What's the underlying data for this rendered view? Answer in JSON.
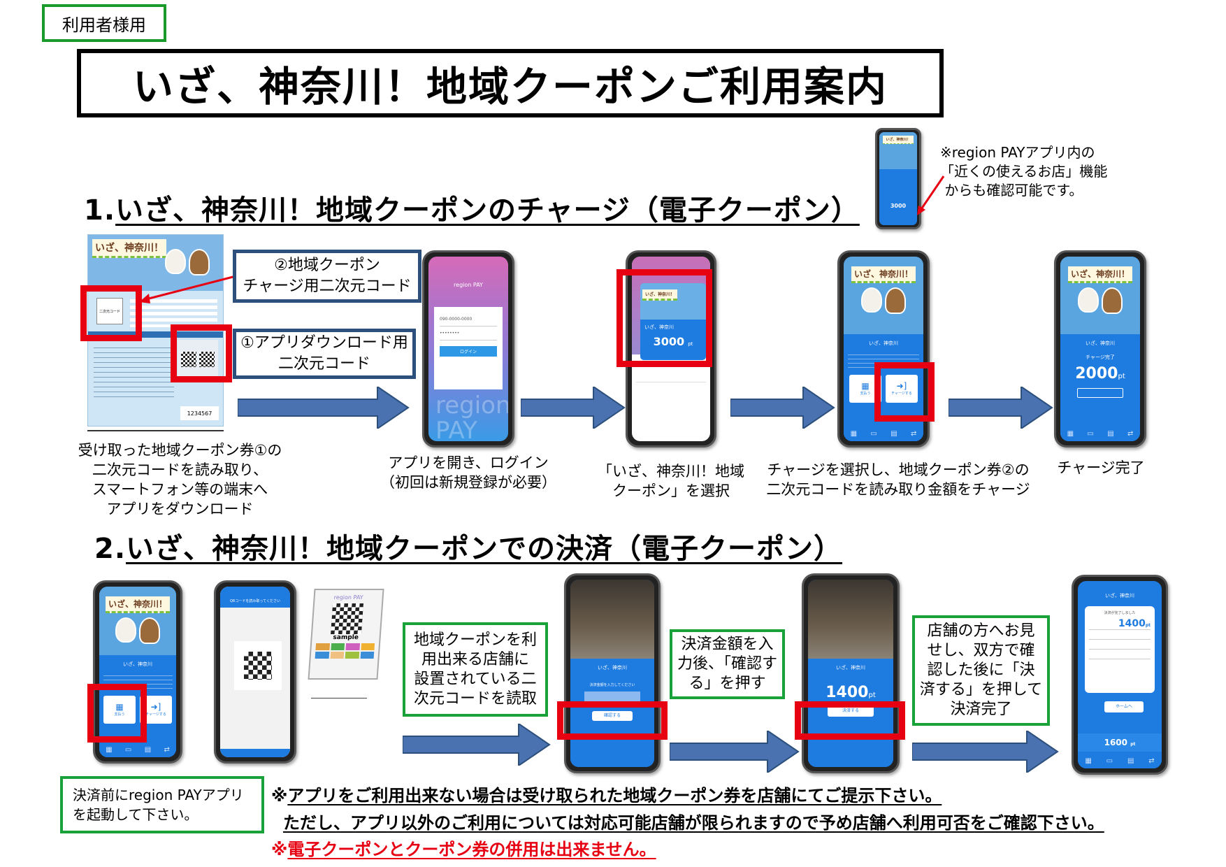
{
  "badge": "利用者様用",
  "main_title": "いざ、神奈川！地域クーポンご利用案内",
  "section1": {
    "number": "1.",
    "title": "いざ、神奈川！地域クーポンのチャージ（電子クーポン）",
    "note": "※region PAYアプリ内の\n「近くの使えるお店」機能\n からも確認可能です。",
    "callout_coupon_qr": "②地域クーポン\nチャージ用二次元コード",
    "callout_app_qr": "①アプリダウンロード用\n二次元コード",
    "voucher": {
      "banner": "いざ、神奈川！",
      "qr_label": "二次元コード",
      "code": "1234567"
    },
    "steps": [
      {
        "caption": "受け取った地域クーポン券①の\n二次元コードを読み取り、\nスマートフォン等の端末へ\nアプリをダウンロード"
      },
      {
        "caption": "アプリを開き、ログイン\n（初回は新規登録が必要）",
        "screen": {
          "brand": "region PAY",
          "phone_placeholder": "090-0000-0000",
          "password_mask": "••••••••",
          "login_button": "ログイン",
          "watermark": "region PAY"
        }
      },
      {
        "caption": "「いざ、神奈川！地域\nクーポン」を選択",
        "screen": {
          "card_title": "いざ、神奈川",
          "card_points": "3000",
          "unit": "pt"
        }
      },
      {
        "caption": "チャージを選択し、地域クーポン券②の\n二次元コードを読み取り金額をチャージ",
        "screen": {
          "header": "いざ、神奈川",
          "tile_pay": "支払う",
          "tile_charge": "チャージする"
        }
      },
      {
        "caption": "チャージ完了",
        "screen": {
          "header": "いざ、神奈川",
          "status": "チャージ完了",
          "points": "2000",
          "unit": "pt"
        }
      }
    ],
    "mini_phone": {
      "points": "3000",
      "unit": "pt"
    }
  },
  "section2": {
    "number": "2.",
    "title": "いざ、神奈川！地域クーポンでの決済（電子クーポン）",
    "start_note": "決済前にregion PAYアプリ\nを起動して下さい。",
    "step_scan": "地域クーポンを利\n用出来る店舗に\n設置されている二\n次元コードを読取",
    "step_confirm": "決済金額を入\n力後、「確認す\nる」を押す",
    "step_pay": "店舗の方へお見\nせし、双方で確\n認した後に「決\n済する」を押して\n決済完了",
    "screens": {
      "home_header": "いざ、神奈川",
      "home_tile_pay": "支払う",
      "home_tile_charge": "チャージする",
      "scan_header": "QRコードを読み取ってください",
      "stand_brand": "region PAY",
      "stand_sample": "sample",
      "confirm_header": "いざ、神奈川",
      "confirm_prompt": "決済金額を入力してください",
      "confirm_button": "確認する",
      "pay_header": "いざ、神奈川",
      "pay_points": "1400",
      "pay_button": "決済する",
      "done_header": "いざ、神奈川",
      "done_message": "決済が完了しました",
      "done_points": "1400",
      "done_balance": "1600",
      "done_button": "ホームへ",
      "unit": "pt"
    }
  },
  "notes": {
    "line1_mark": "※",
    "line1": "アプリをご利用出来ない場合は受け取られた地域クーポン券を店舗にてご提示下さい。",
    "line2": "ただし、アプリ以外のご利用については対応可能店舗が限られますので予め店舗へ利用可否をご確認下さい。",
    "line3_mark": "※",
    "line3": "電子クーポンとクーポン券の併用は出来ません。"
  },
  "colors": {
    "green_box": "#1aa23a",
    "blue_box": "#2c4f7c",
    "highlight_red": "#e60012",
    "app_blue": "#1e7be0",
    "arrow_blue": "#4a72b0"
  }
}
